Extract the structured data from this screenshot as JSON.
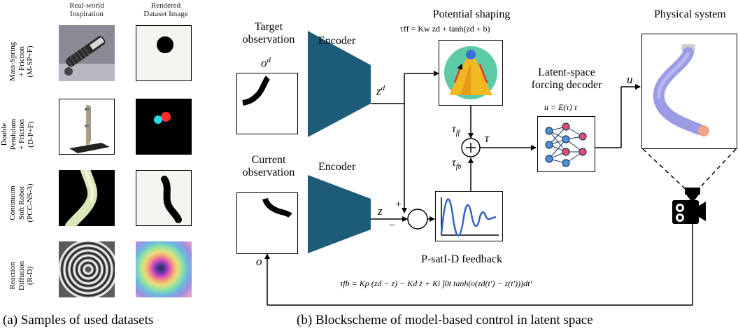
{
  "panel_a": {
    "col_headers": [
      "Real-world\nInspiration",
      "Rendered\nDataset Image"
    ],
    "rows": [
      {
        "label": "Mass-Spring\n+ Friction\n(M-SP+F)"
      },
      {
        "label": "Double\nPendulum\n+ Friction\n(D-P+F)"
      },
      {
        "label": "Continuum\nSoft Robot\n(PCC-NS-3)"
      },
      {
        "label": "Reaction\nDiffusion\n(R-D)"
      }
    ],
    "caption": "(a) Samples of used datasets"
  },
  "panel_b": {
    "target_obs": {
      "title": "Target\nobservation",
      "symbol": "o",
      "sup": "d"
    },
    "current_obs": {
      "title": "Current\nobservation",
      "symbol": "o"
    },
    "encoder_label": "Encoder",
    "zd": {
      "symbol": "z",
      "sup": "d"
    },
    "z": "z",
    "potential": {
      "title": "Potential shaping",
      "formula": "τff = Kw zd + tanh(zd + b)"
    },
    "decoder": {
      "title": "Latent-space\nforcing decoder",
      "formula": "u = E(τ) τ"
    },
    "physical": {
      "title": "Physical system"
    },
    "feedback": {
      "title": "P-satI-D feedback",
      "formula": "τfb = Kp (zd − z) − Kd ż + Ki ∫0t tanh(υ(zd(t′) − z(t′)))dt′"
    },
    "tau_ff": {
      "symbol": "τ",
      "sub": "ff"
    },
    "tau_fb": {
      "symbol": "τ",
      "sub": "fb"
    },
    "tau": "τ",
    "u": "u",
    "plus": "+",
    "minus": "−",
    "o_feedback": "o",
    "caption": "(b) Blockscheme of model-based control in latent space"
  },
  "colors": {
    "encoder": "#1d5c78",
    "robot": "#9c9ce6",
    "wave": "#2e63c2",
    "hill_bg": "#5cc9a7",
    "hill": "#f2b821"
  }
}
